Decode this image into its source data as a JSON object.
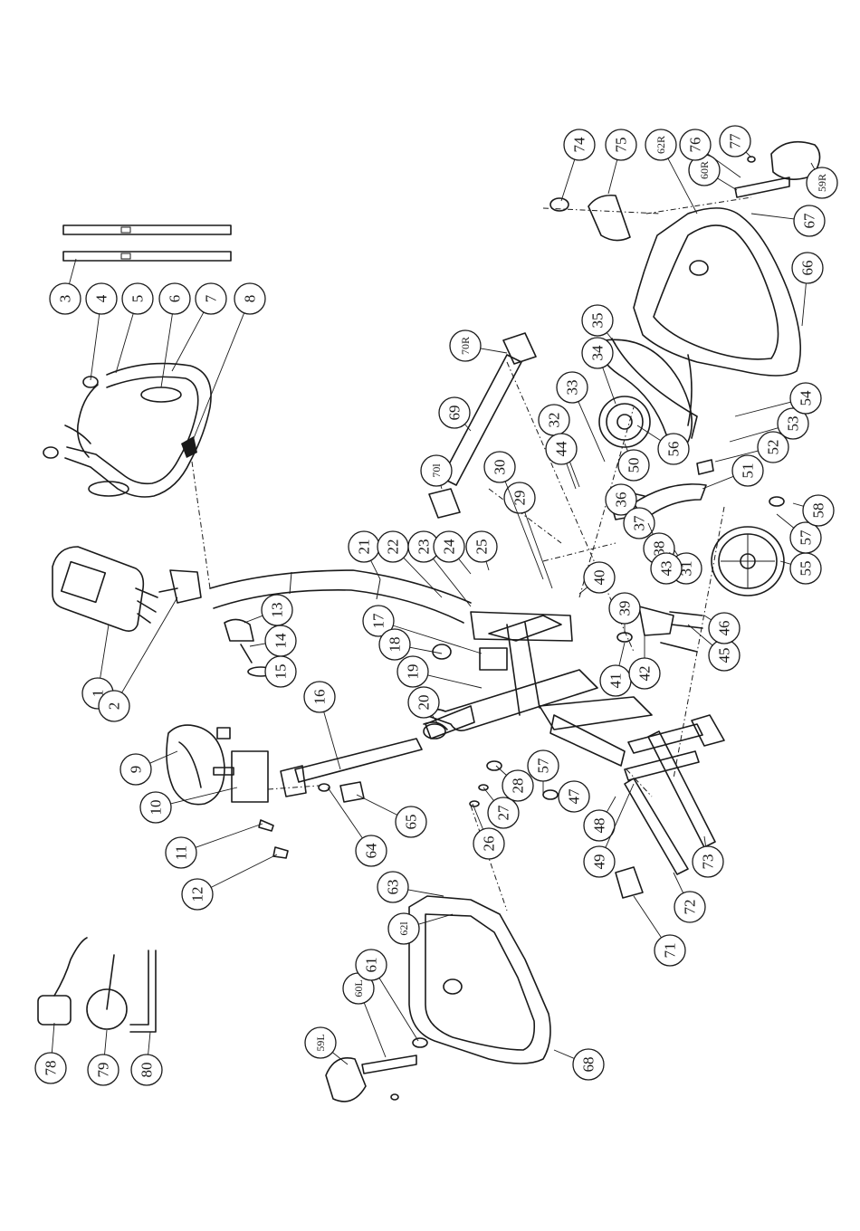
{
  "labels": {
    "p1": "1",
    "p2": "2",
    "p3": "3",
    "p4": "4",
    "p5": "5",
    "p6": "6",
    "p7": "7",
    "p8": "8",
    "p9": "9",
    "p10": "10",
    "p11": "11",
    "p12": "12",
    "p13": "13",
    "p14": "14",
    "p15": "15",
    "p16": "16",
    "p17": "17",
    "p18": "18",
    "p19": "19",
    "p20": "20",
    "p21": "21",
    "p22": "22",
    "p23": "23",
    "p24": "24",
    "p25": "25",
    "p26": "26",
    "p27": "27",
    "p28": "28",
    "p29": "29",
    "p30": "30",
    "p31": "31",
    "p32": "32",
    "p33": "33",
    "p34": "34",
    "p35": "35",
    "p36": "36",
    "p37": "37",
    "p38": "38",
    "p39": "39",
    "p40": "40",
    "p41": "41",
    "p42": "42",
    "p43": "43",
    "p44": "44",
    "p45": "45",
    "p46": "46",
    "p47": "47",
    "p48": "48",
    "p49": "49",
    "p50": "50",
    "p51": "51",
    "p52": "52",
    "p53": "53",
    "p54": "54",
    "p55": "55",
    "p56": "56",
    "p57a": "57",
    "p57b": "57",
    "p58": "58",
    "p59L": "59L",
    "p59R": "59R",
    "p60L": "60L",
    "p60R": "60R",
    "p61": "61",
    "p62L": "62l",
    "p62R": "62R",
    "p63": "63",
    "p64": "64",
    "p65": "65",
    "p66": "66",
    "p67": "67",
    "p68": "68",
    "p69": "69",
    "p70L": "70l",
    "p70R": "70R",
    "p71": "71",
    "p72": "72",
    "p73": "73",
    "p74": "74",
    "p75": "75",
    "p76": "76",
    "p77": "77",
    "p78": "78",
    "p79": "79",
    "p80": "80"
  }
}
